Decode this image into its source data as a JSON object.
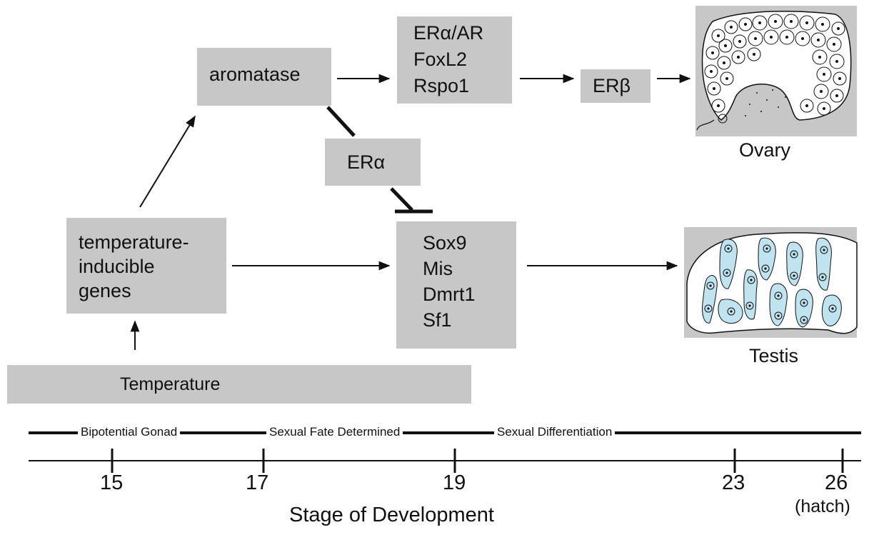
{
  "nodes": {
    "aromatase": "aromatase",
    "er_group": "ERα/AR\nFoxL2\nRspo1",
    "er_beta": "ERβ",
    "er_alpha": "ERα",
    "temp_genes": "temperature-\ninducible\ngenes",
    "sox_group": "Sox9\nMis\nDmrt1\nSf1",
    "temperature": "Temperature"
  },
  "outcomes": {
    "ovary": "Ovary",
    "testis": "Testis"
  },
  "stages": {
    "bipotential": "Bipotential Gonad",
    "fate": "Sexual Fate Determined",
    "differentiation": "Sexual Differentiation"
  },
  "axis": {
    "ticks": [
      "15",
      "17",
      "19",
      "23",
      "26"
    ],
    "hatch_note": "(hatch)",
    "title": "Stage of Development"
  },
  "colors": {
    "box": "#c7c7c7",
    "cell_fill": "#bfe3ef",
    "stroke": "#111111"
  }
}
